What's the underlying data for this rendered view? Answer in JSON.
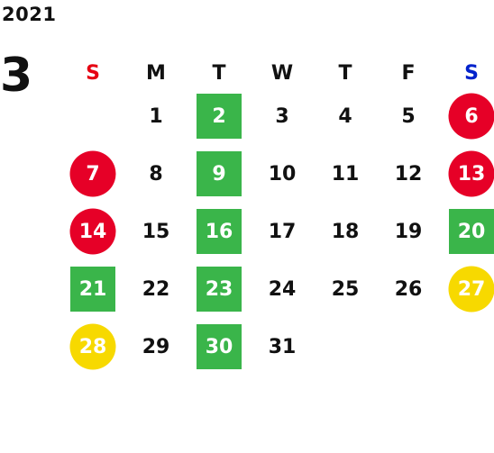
{
  "year": "2021",
  "month": "3",
  "weekdays": [
    "S",
    "M",
    "T",
    "W",
    "T",
    "F",
    "S"
  ],
  "colors": {
    "sunday": "#e60012",
    "saturday": "#0022cc",
    "green": "#3ab54a",
    "red": "#e60027",
    "yellow": "#f7d900"
  },
  "weeks": [
    [
      {
        "day": "",
        "mark": "none"
      },
      {
        "day": "1",
        "mark": "none"
      },
      {
        "day": "2",
        "mark": "green"
      },
      {
        "day": "3",
        "mark": "none"
      },
      {
        "day": "4",
        "mark": "none"
      },
      {
        "day": "5",
        "mark": "none"
      },
      {
        "day": "6",
        "mark": "red"
      }
    ],
    [
      {
        "day": "7",
        "mark": "red"
      },
      {
        "day": "8",
        "mark": "none"
      },
      {
        "day": "9",
        "mark": "green"
      },
      {
        "day": "10",
        "mark": "none"
      },
      {
        "day": "11",
        "mark": "none"
      },
      {
        "day": "12",
        "mark": "none"
      },
      {
        "day": "13",
        "mark": "red"
      }
    ],
    [
      {
        "day": "14",
        "mark": "red"
      },
      {
        "day": "15",
        "mark": "none"
      },
      {
        "day": "16",
        "mark": "green"
      },
      {
        "day": "17",
        "mark": "none"
      },
      {
        "day": "18",
        "mark": "none"
      },
      {
        "day": "19",
        "mark": "none"
      },
      {
        "day": "20",
        "mark": "green"
      }
    ],
    [
      {
        "day": "21",
        "mark": "green"
      },
      {
        "day": "22",
        "mark": "none"
      },
      {
        "day": "23",
        "mark": "green"
      },
      {
        "day": "24",
        "mark": "none"
      },
      {
        "day": "25",
        "mark": "none"
      },
      {
        "day": "26",
        "mark": "none"
      },
      {
        "day": "27",
        "mark": "yellow"
      }
    ],
    [
      {
        "day": "28",
        "mark": "yellow"
      },
      {
        "day": "29",
        "mark": "none"
      },
      {
        "day": "30",
        "mark": "green"
      },
      {
        "day": "31",
        "mark": "none"
      },
      {
        "day": "",
        "mark": "none"
      },
      {
        "day": "",
        "mark": "none"
      },
      {
        "day": "",
        "mark": "none"
      }
    ]
  ]
}
